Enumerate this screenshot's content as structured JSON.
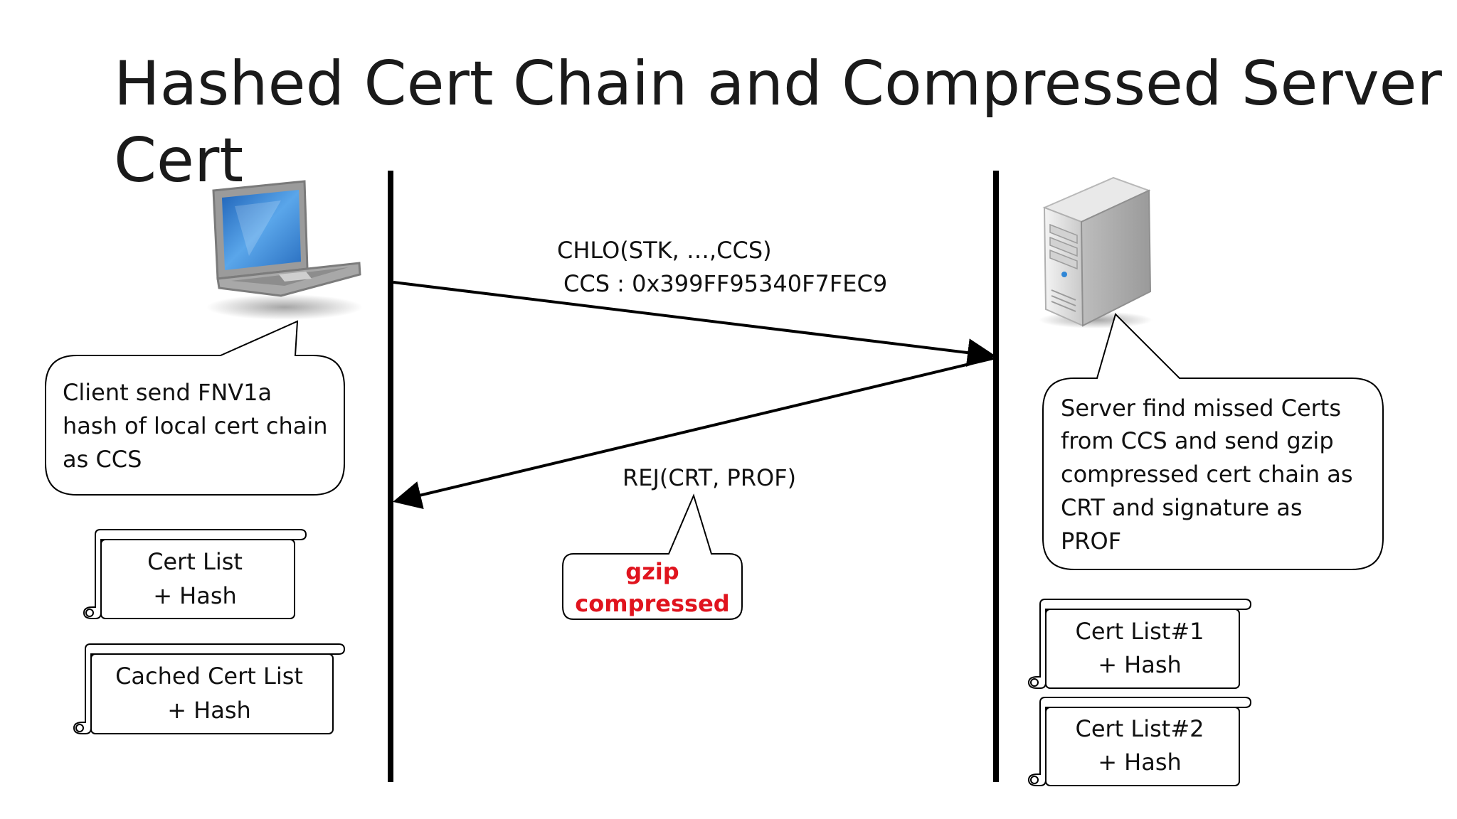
{
  "title": {
    "line1": "Hashed Cert Chain and Compressed Server",
    "line2": "Cert"
  },
  "messages": {
    "chlo_line1": "CHLO(STK, …,CCS)",
    "chlo_line2": "CCS : 0x399FF95340F7FEC9",
    "rej": "REJ(CRT, PROF)"
  },
  "client_bubble": {
    "line1": "Client send FNV1a",
    "line2": "hash of local cert chain",
    "line3": "as CCS"
  },
  "server_bubble": {
    "line1": "Server find missed Certs",
    "line2": "from CCS and send gzip",
    "line3": "compressed cert chain as",
    "line4": "CRT and signature as",
    "line5": "PROF"
  },
  "gzip_bubble": {
    "line1": "gzip",
    "line2": "compressed",
    "color": "#e0141e"
  },
  "client_scrolls": [
    {
      "line1": "Cert List",
      "line2": "+ Hash"
    },
    {
      "line1": "Cached Cert List",
      "line2": "+ Hash"
    }
  ],
  "server_scrolls": [
    {
      "line1": "Cert List#1",
      "line2": "+ Hash"
    },
    {
      "line1": "Cert List#2",
      "line2": "+ Hash"
    }
  ],
  "icons": {
    "client": "laptop-icon",
    "server": "server-tower-icon"
  }
}
